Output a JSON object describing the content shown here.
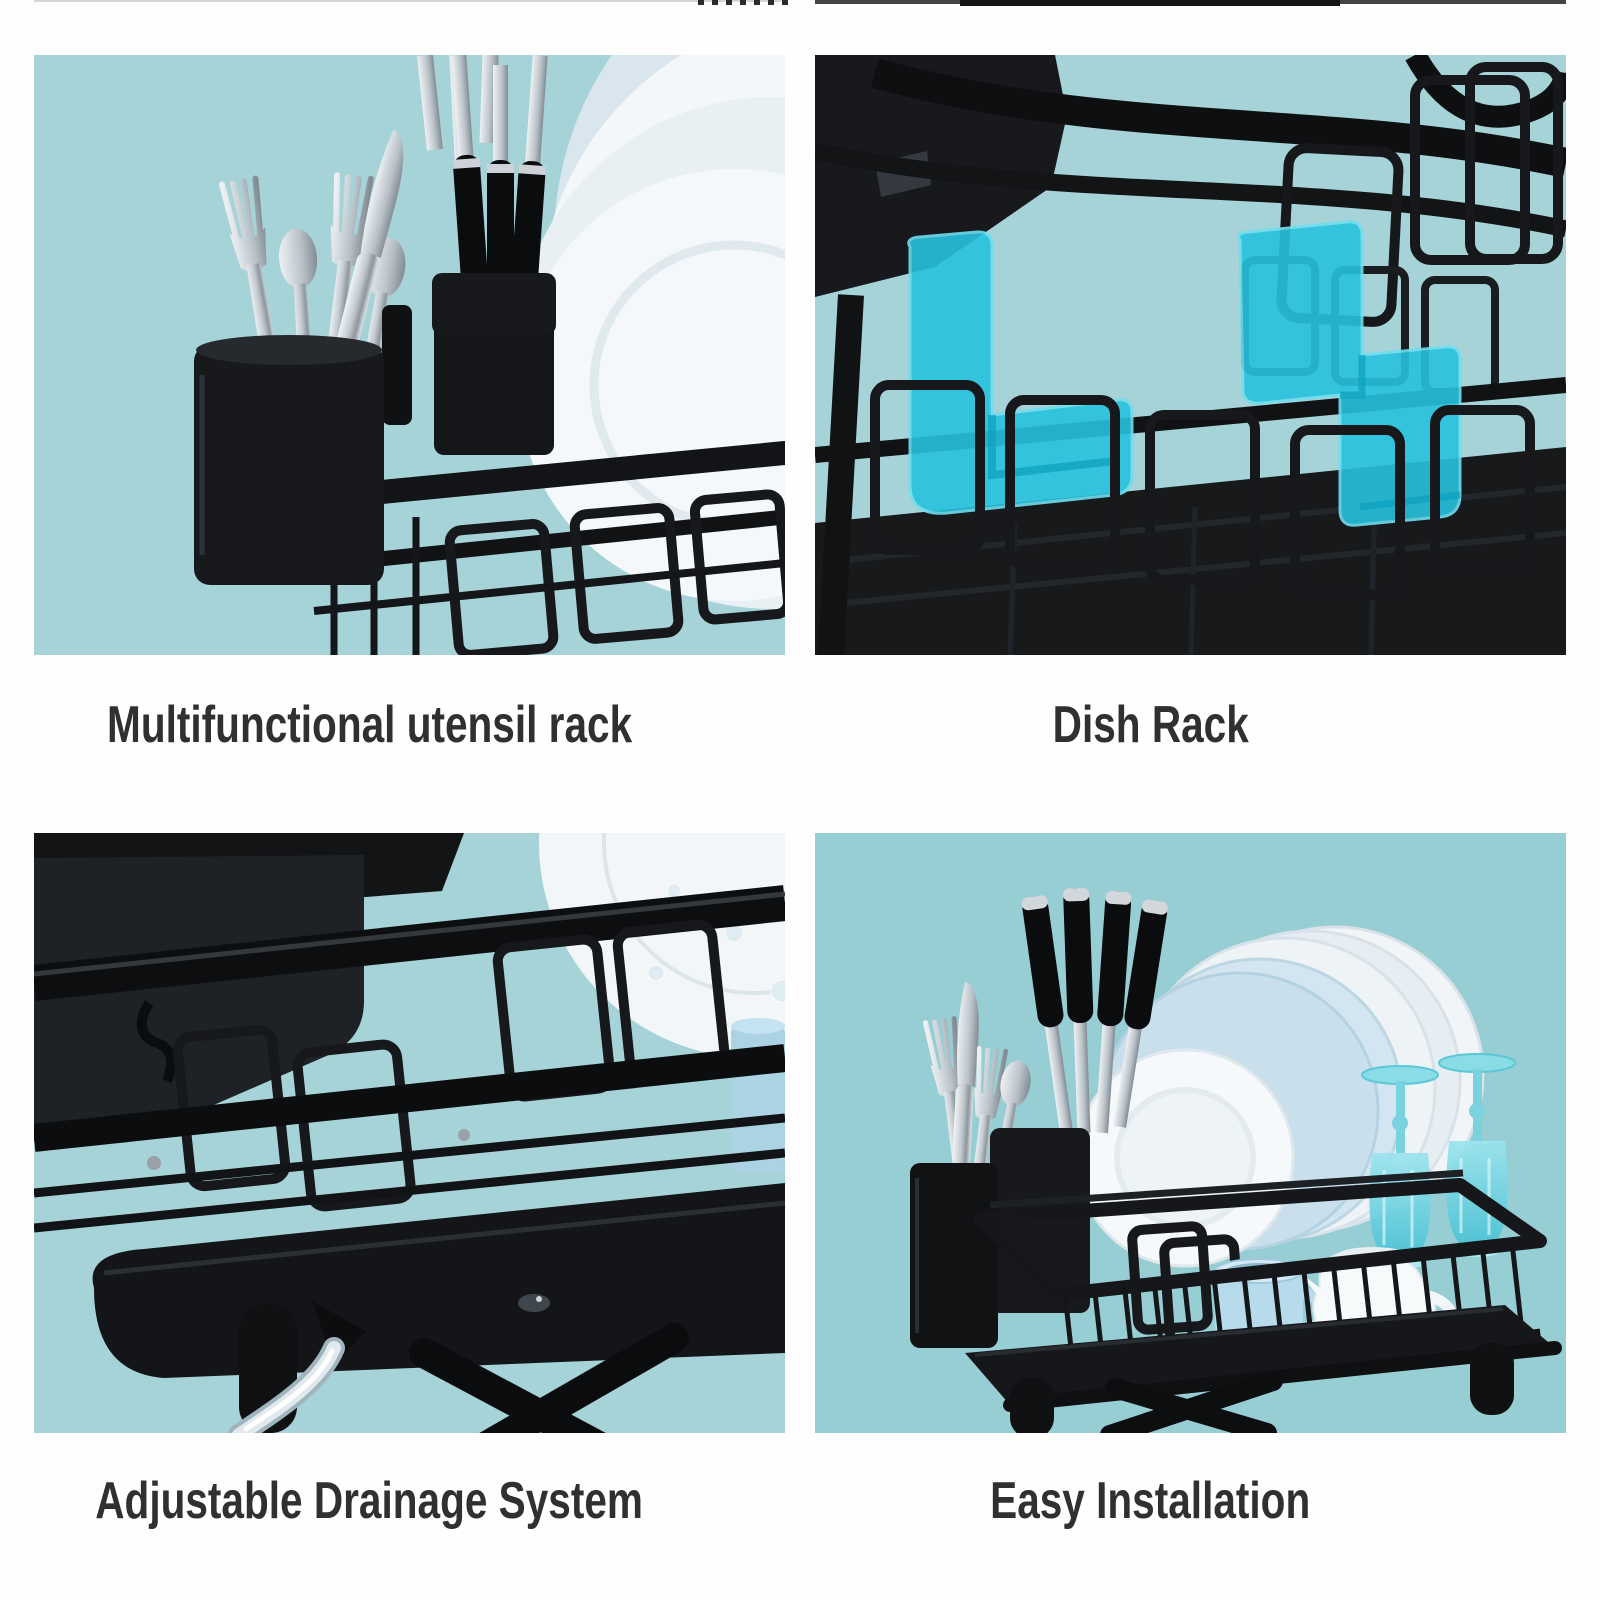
{
  "page_title": "Dish drying rack product feature collage",
  "colors": {
    "background": "#fefefe",
    "teal_bg": "#a5d3d7",
    "teal_bg_deep": "#97ced4",
    "highlight_cyan": "#27c2de",
    "rack_black": "#131517",
    "caption_text": "#303030",
    "plate_white": "#f3f7f9",
    "plate_blue": "#cfe3ee",
    "mug_blue": "#b7dbeb",
    "glass_teal": "#6fd0dd",
    "cutlery_silver": "#c9cfd5"
  },
  "panels": [
    {
      "id": "utensil-rack",
      "caption": "Multifunctional utensil rack"
    },
    {
      "id": "dish-rack",
      "caption": "Dish Rack"
    },
    {
      "id": "drainage",
      "caption": "Adjustable Drainage System"
    },
    {
      "id": "installation",
      "caption": "Easy Installation"
    }
  ]
}
